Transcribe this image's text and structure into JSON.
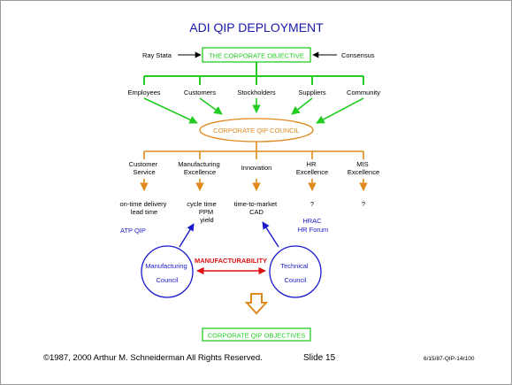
{
  "title": "ADI QIP DEPLOYMENT",
  "corporate_objective": "THE CORPORATE OBJECTIVE",
  "left_input": "Ray Stata",
  "right_input": "Consensus",
  "stakeholders": [
    "Employees",
    "Customers",
    "Stockholders",
    "Suppliers",
    "Community"
  ],
  "council": "CORPORATE QIP COUNCIL",
  "areas": [
    [
      "Customer",
      "Service"
    ],
    [
      "Manufacturing",
      "Excellence"
    ],
    [
      "Innovation"
    ],
    [
      "HR",
      "Excellence"
    ],
    [
      "MIS",
      "Excellence"
    ]
  ],
  "metrics": [
    [
      "on-time delivery",
      "lead time"
    ],
    [
      "cycle time",
      "PPM",
      "yield"
    ],
    [
      "time-to-market",
      "CAD"
    ],
    [
      "?"
    ],
    [
      "?"
    ]
  ],
  "atp_qip": "ATP QIP",
  "hrac": [
    "HRAC",
    "HR Forum"
  ],
  "manufacturing_council": [
    "Manufacturing",
    "Council"
  ],
  "technical_council": [
    "Technical",
    "Council"
  ],
  "manufacturability": "MANUFACTURABILITY",
  "corporate_objectives": "CORPORATE QIP OBJECTIVES",
  "footer": {
    "copyright": "©1987, 2000 Arthur M. Schneiderman  All Rights Reserved.",
    "slide": "Slide 15",
    "doc_id": "6/15/87-QIP-14r100"
  },
  "colors": {
    "title": "#1a1aa8",
    "green": "#22cc22",
    "orange": "#e08a1e",
    "blue": "#1a1acc",
    "red": "#dd1111"
  }
}
